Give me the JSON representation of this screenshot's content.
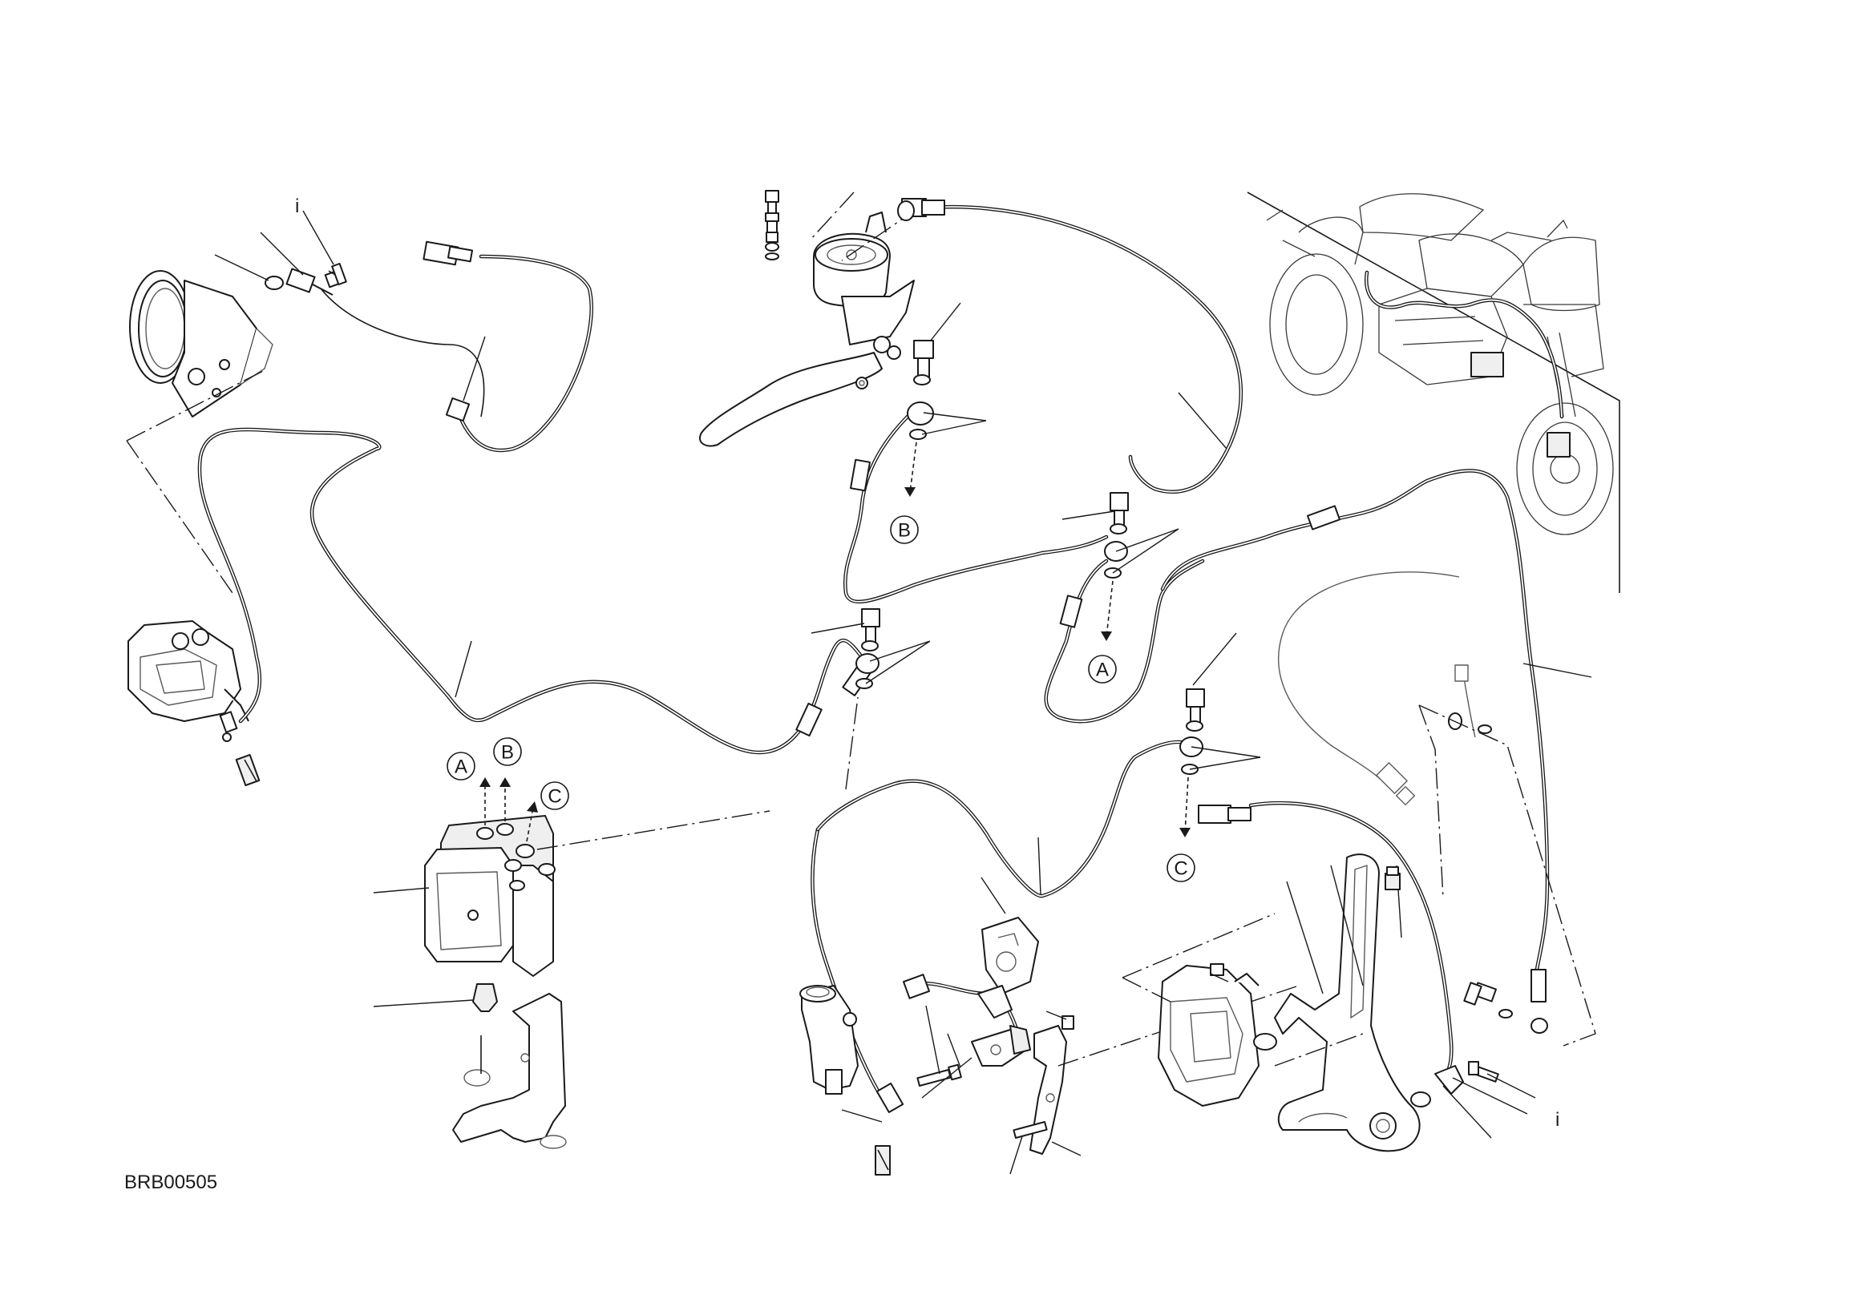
{
  "drawing": {
    "reference_code": "BRB00505"
  },
  "callouts": [
    {
      "id": "callout-a-abs",
      "label": "A"
    },
    {
      "id": "callout-b-abs",
      "label": "B"
    },
    {
      "id": "callout-c-abs",
      "label": "C"
    },
    {
      "id": "callout-b-front",
      "label": "B"
    },
    {
      "id": "callout-a-mid",
      "label": "A"
    },
    {
      "id": "callout-c-rear",
      "label": "C"
    }
  ],
  "colors": {
    "line": "#1a1a1a",
    "background": "#ffffff"
  }
}
